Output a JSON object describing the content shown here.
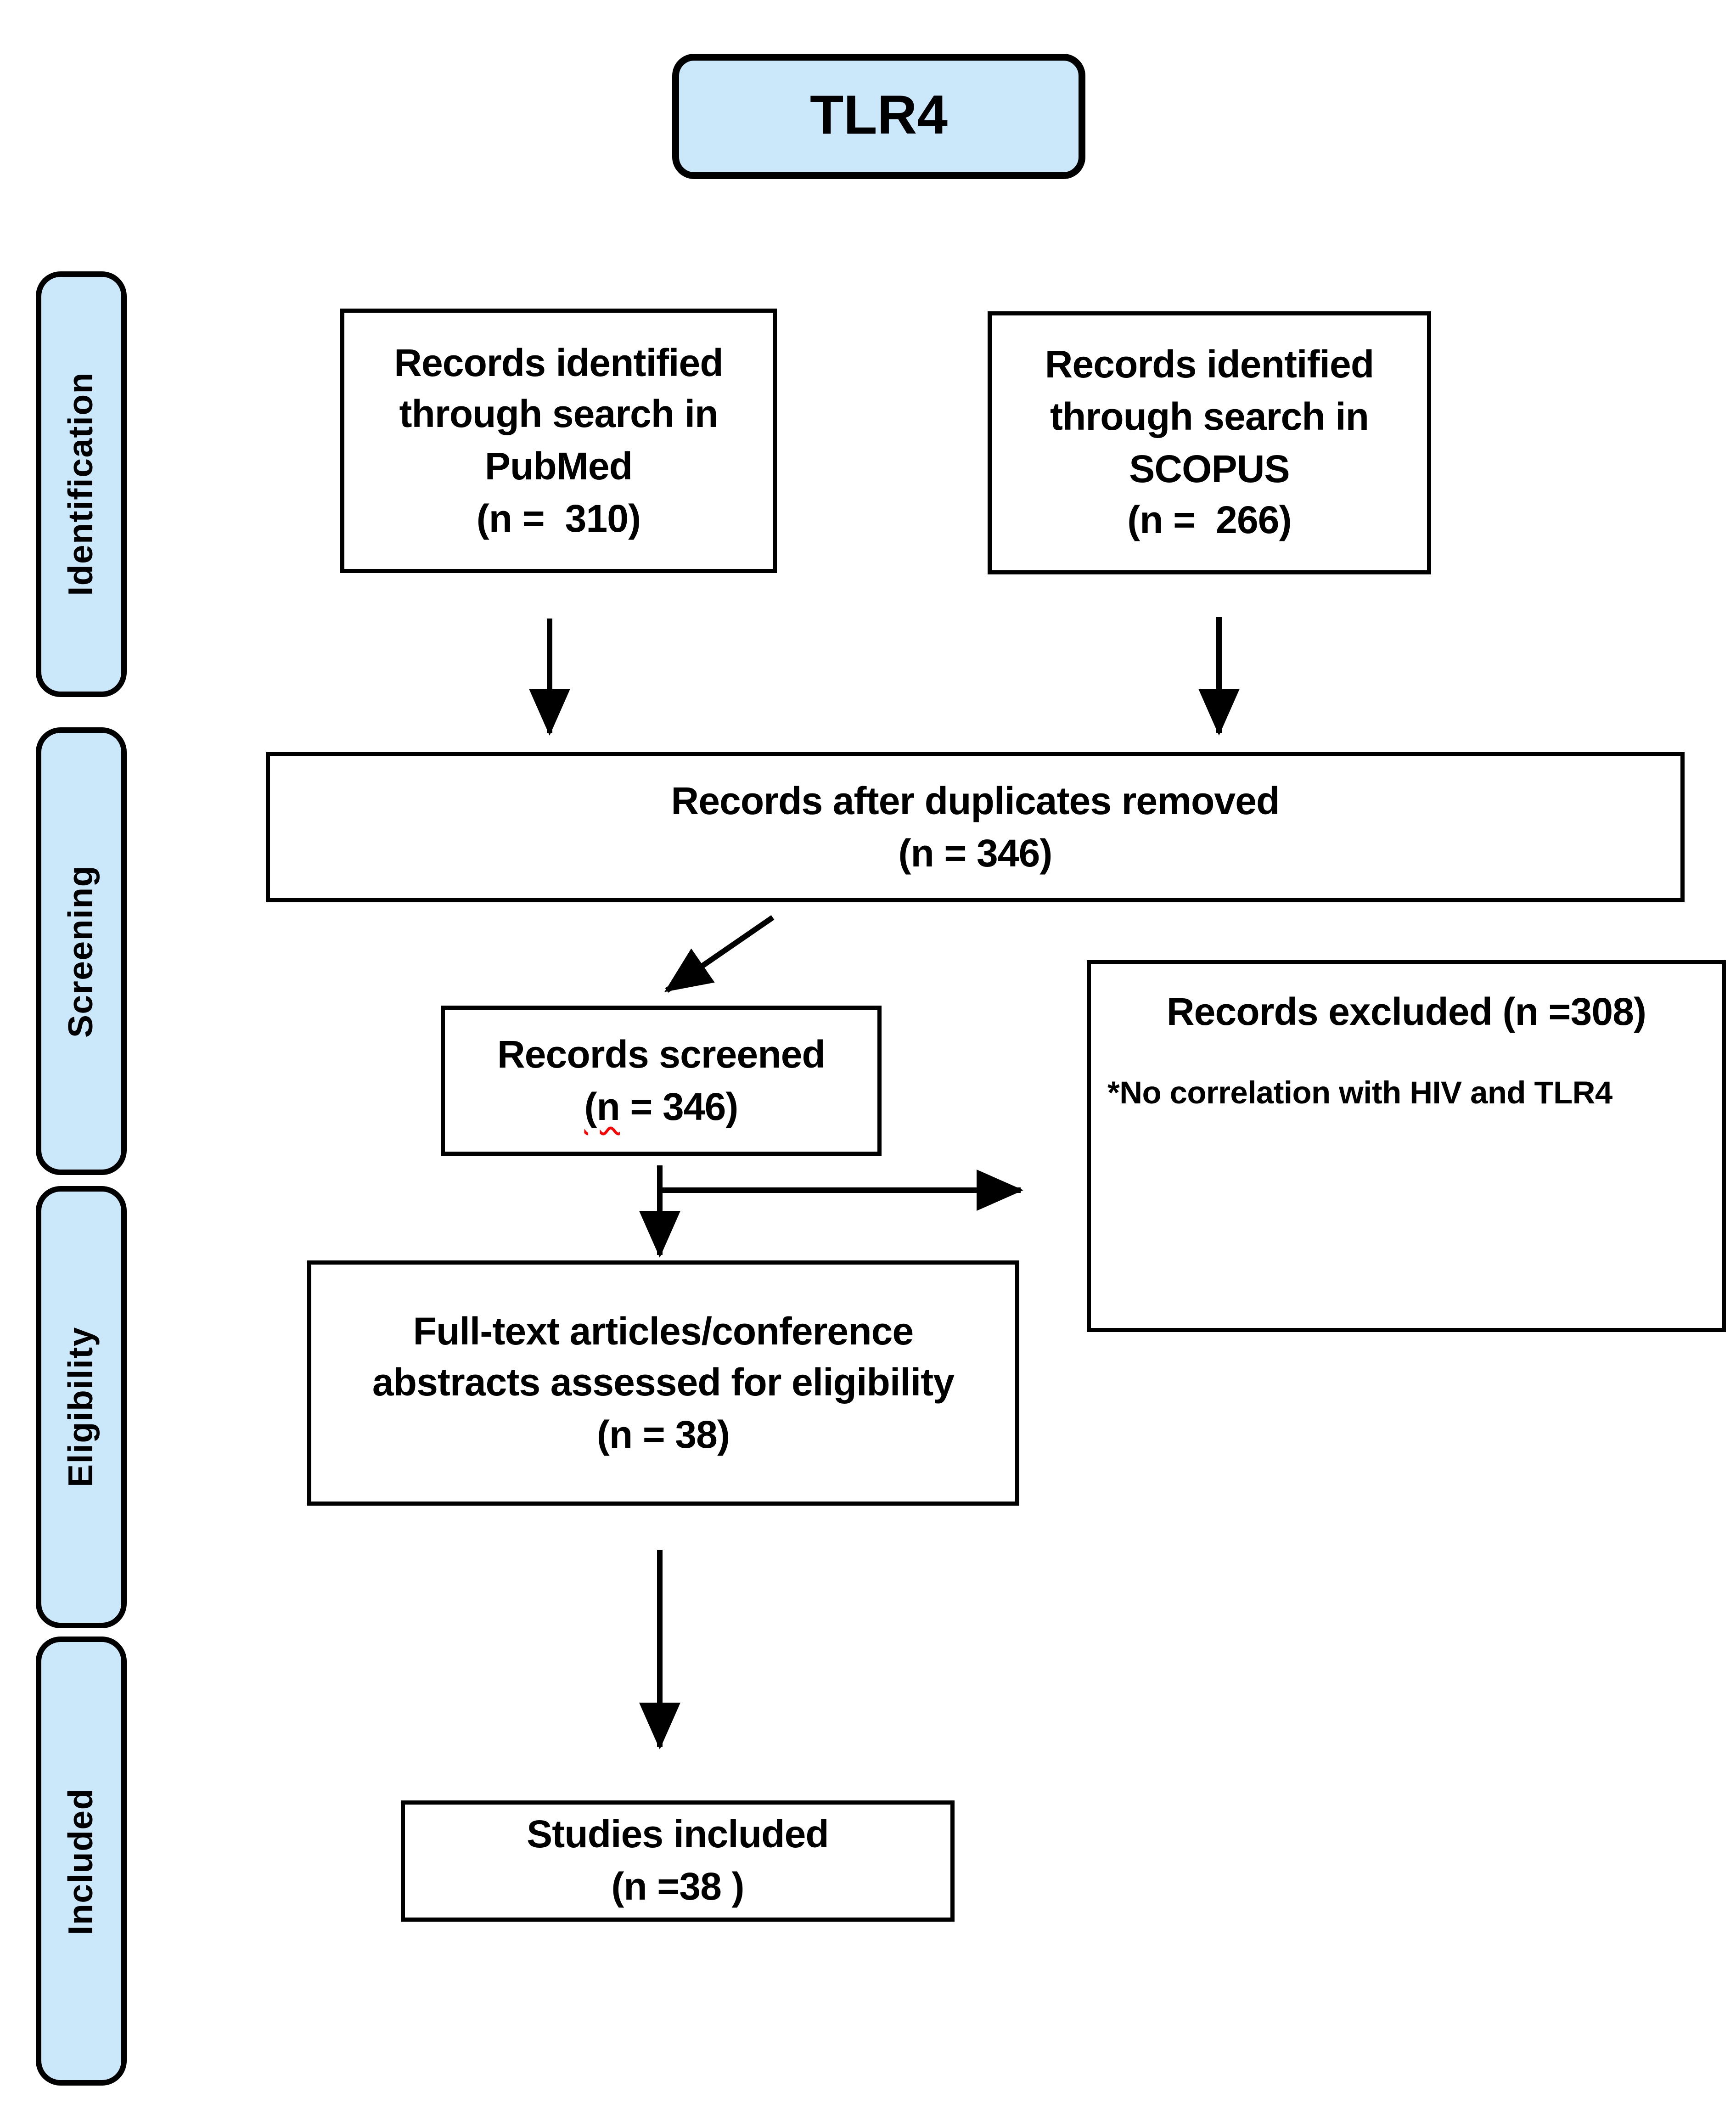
{
  "diagram": {
    "title": "TLR4",
    "colors": {
      "stage_fill": "#cbe8fb",
      "border": "#000000",
      "box_fill": "#ffffff",
      "squiggle": "#ff0000"
    },
    "stages": [
      {
        "label": "Identification"
      },
      {
        "label": "Screening"
      },
      {
        "label": "Eligibility"
      },
      {
        "label": "Included"
      }
    ],
    "boxes": {
      "pubmed": {
        "line1": "Records identified",
        "line2": "through search in",
        "line3": "PubMed",
        "line4": "(n =  310)"
      },
      "scopus": {
        "line1": "Records identified",
        "line2": "through search in",
        "line3": "SCOPUS",
        "line4": "(n =  266)"
      },
      "duplicates": {
        "line1": "Records after duplicates removed",
        "line2": "(n = 346)"
      },
      "screened": {
        "line1": "Records screened",
        "line2_prefix": "(n",
        "line2_rest": " = 346)"
      },
      "excluded": {
        "heading": "Records excluded (n =308)",
        "note": "*No correlation with HIV and TLR4"
      },
      "fulltext": {
        "line1": "Full-text articles/conference",
        "line2": "abstracts assessed for eligibility",
        "line3": "(n = 38)"
      },
      "included": {
        "line1": "Studies included",
        "line2": "(n =38 )"
      }
    }
  }
}
